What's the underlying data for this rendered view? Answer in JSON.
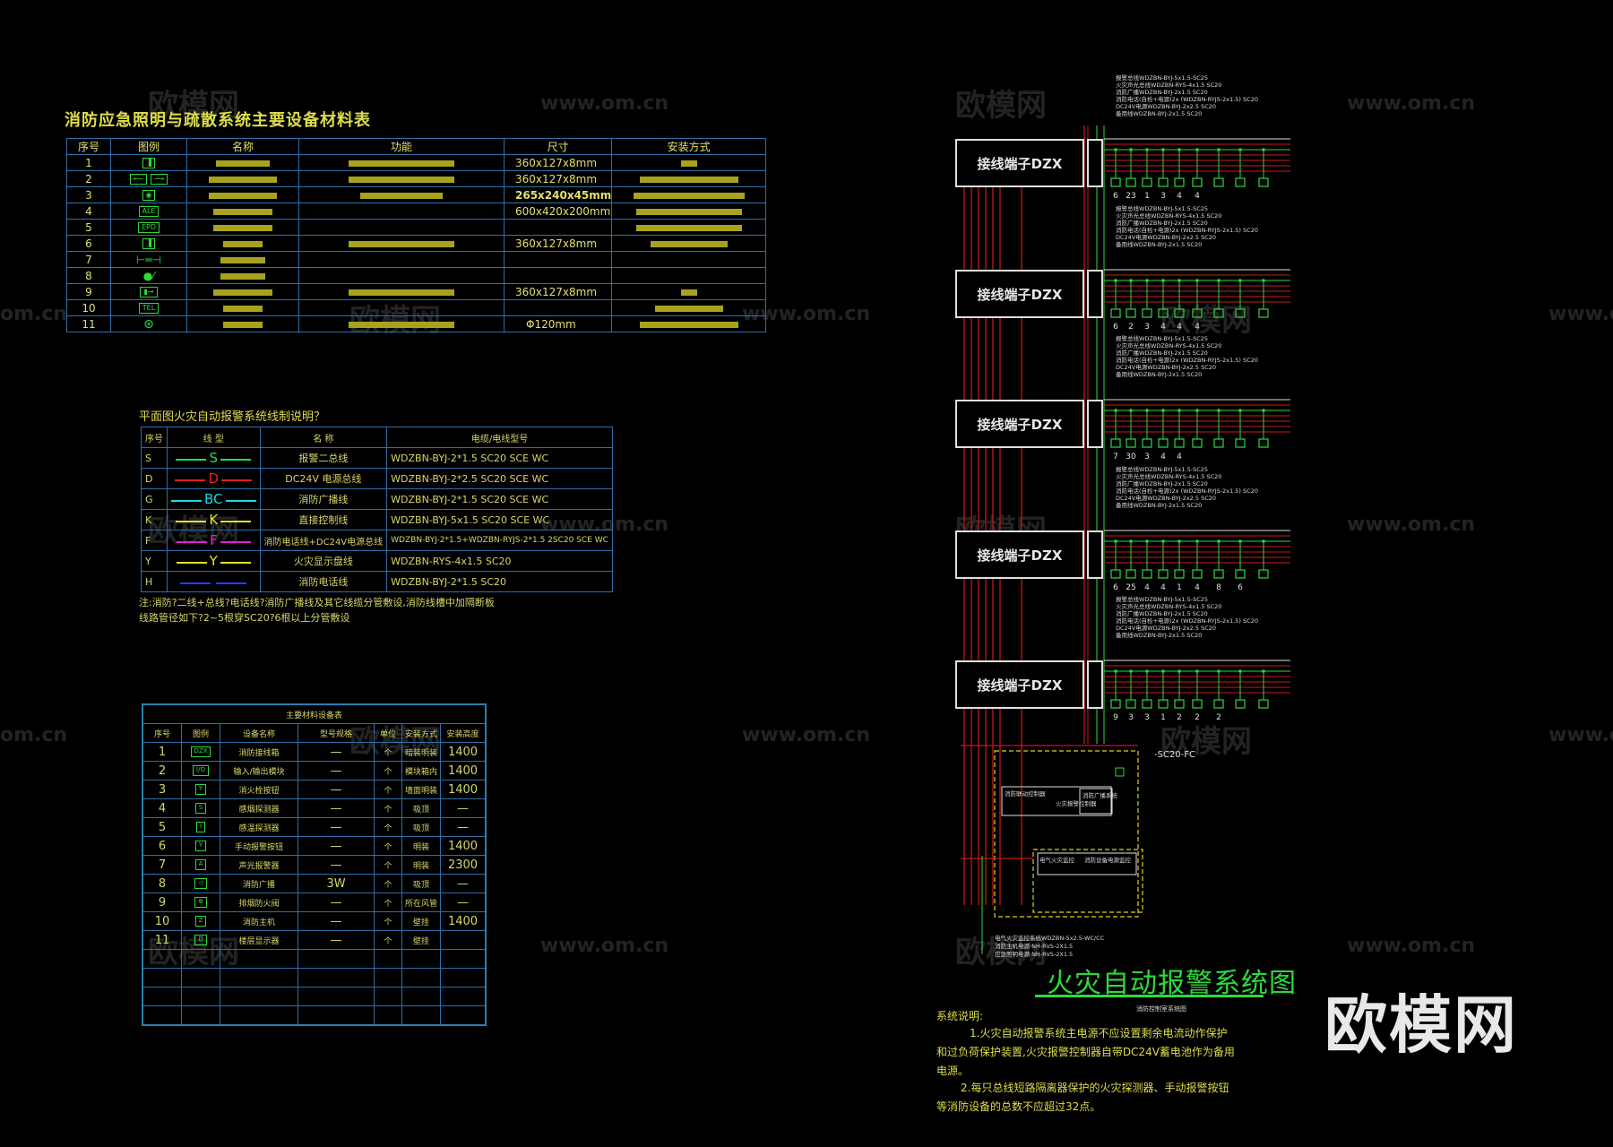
{
  "watermarks": {
    "url": "www.om.cn",
    "url_partial": "om.cn",
    "cn": "欧模网"
  },
  "table1": {
    "title": "消防应急照明与疏散系统主要设备材料表",
    "headers": [
      "序号",
      "图例",
      "名称",
      "功能",
      "尺寸",
      "安装方式"
    ],
    "rows": [
      {
        "no": "1",
        "size": "360x127x8mm"
      },
      {
        "no": "2",
        "size": "360x127x8mm"
      },
      {
        "no": "3",
        "size": "265x240x45mm"
      },
      {
        "no": "4",
        "sym": "ALE",
        "size": "600x420x200mm"
      },
      {
        "no": "5",
        "sym": "EPD",
        "size": ""
      },
      {
        "no": "6",
        "size": "360x127x8mm"
      },
      {
        "no": "7",
        "size": ""
      },
      {
        "no": "8",
        "size": ""
      },
      {
        "no": "9",
        "size": "360x127x8mm"
      },
      {
        "no": "10",
        "sym": "TEL",
        "size": ""
      },
      {
        "no": "11",
        "size": "Φ120mm"
      }
    ]
  },
  "table2": {
    "title": "平面图火灾自动报警系统线制说明？",
    "headers": [
      "序号",
      "线 型",
      "名 称",
      "电缆/电线型号"
    ],
    "rows": [
      {
        "no": "S",
        "code": "S",
        "color": "#22e044",
        "name": "报警二总线",
        "cable": "WDZBN-BYJ-2*1.5 SC20 SCE WC"
      },
      {
        "no": "D",
        "code": "D",
        "color": "#e02020",
        "name": "DC24V 电源总线",
        "cable": "WDZBN-BYJ-2*2.5  SC20 SCE WC"
      },
      {
        "no": "G",
        "code": "BC",
        "color": "#20d8e8",
        "name": "消防广播线",
        "cable": "WDZBN-BYJ-2*1.5 SC20 SCE WC"
      },
      {
        "no": "K",
        "code": "K",
        "color": "#e8e020",
        "name": "直接控制线",
        "cable": "WDZBN-BYJ-5x1.5 SC20 SCE WC"
      },
      {
        "no": "F",
        "code": "F",
        "color": "#e020e0",
        "name": "消防电话线+DC24V电源总线",
        "cable": "WDZBN-BYJ-2*1.5+WDZBN-RYJS-2*1.5 2SC20 SCE WC"
      },
      {
        "no": "Y",
        "code": "Y",
        "color": "#e8e020",
        "name": "火灾显示盘线",
        "cable": "WDZBN-RYS-4x1.5 SC20"
      },
      {
        "no": "H",
        "code": "",
        "color": "#2040ff",
        "name": "消防电话线",
        "cable": "WDZBN-BYJ-2*1.5 SC20"
      }
    ],
    "note1": "注:消防?二线+总线?电话线?消防广播线及其它线缆分管敷设,消防线槽中加隔断板",
    "note2": "线路管径如下?2~5根穿SC20?6根以上分管敷设"
  },
  "table3": {
    "title": "主要材料设备表",
    "headers": [
      "序号",
      "图例",
      "设备名称",
      "型号规格",
      "单位",
      "安装方式",
      "安装高度"
    ],
    "rows": [
      {
        "no": "1",
        "sym": "DZX",
        "name": "消防接线箱",
        "model": "—",
        "unit": "个",
        "mount": "暗装明装",
        "height": "1400"
      },
      {
        "no": "2",
        "sym": "I/O",
        "name": "输入/输出模块",
        "model": "—",
        "unit": "个",
        "mount": "模块箱内",
        "height": "1400"
      },
      {
        "no": "3",
        "sym": "Y",
        "name": "消火栓按钮",
        "model": "—",
        "unit": "个",
        "mount": "墙面明装",
        "height": "1400"
      },
      {
        "no": "4",
        "sym": "S",
        "name": "感烟探测器",
        "model": "—",
        "unit": "个",
        "mount": "吸顶",
        "height": "—"
      },
      {
        "no": "5",
        "sym": "I",
        "name": "感温探测器",
        "model": "—",
        "unit": "个",
        "mount": "吸顶",
        "height": "—"
      },
      {
        "no": "6",
        "sym": "Y",
        "name": "手动报警按钮",
        "model": "—",
        "unit": "个",
        "mount": "明装",
        "height": "1400"
      },
      {
        "no": "7",
        "sym": "A",
        "name": "声光报警器",
        "model": "—",
        "unit": "个",
        "mount": "明装",
        "height": "2300"
      },
      {
        "no": "8",
        "sym": "◁",
        "name": "消防广播",
        "model": "3W",
        "unit": "个",
        "mount": "吸顶",
        "height": "—"
      },
      {
        "no": "9",
        "sym": "Φ",
        "name": "排烟防火阀",
        "model": "—",
        "unit": "个",
        "mount": "所在风管",
        "height": "—"
      },
      {
        "no": "10",
        "sym": "Z",
        "name": "消防主机",
        "model": "—",
        "unit": "个",
        "mount": "壁挂",
        "height": "1400"
      },
      {
        "no": "11",
        "sym": "D",
        "name": "楼层显示器",
        "model": "—",
        "unit": "个",
        "mount": "壁挂",
        "height": ""
      }
    ]
  },
  "riser": {
    "box_label": "接线端子DZX",
    "cable_lines": [
      "报警总线WDZBN-BYJ-5x1.5-SC25",
      "火灾声光总线WDZBN-RYS-4x1.5 SC20",
      "消防广播WDZBN-BYJ-2x1.5  SC20",
      "消防电话(自检+电源)2x (WDZBN-RYJS-2x1.5) SC20",
      "DC24V电源WDZBN-BYJ-2x2.5  SC20",
      "备用线WDZBN-BYJ-2x1.5  SC20"
    ],
    "floor_counts": [
      [
        "6",
        "23",
        "1",
        "3",
        "4",
        "4"
      ],
      [
        "6",
        "2",
        "3",
        "4",
        "4",
        "4"
      ],
      [
        "7",
        "30",
        "3",
        "4",
        "4"
      ],
      [
        "6",
        "25",
        "4",
        "4",
        "1",
        "4",
        "8",
        "6"
      ],
      [
        "9",
        "3",
        "3",
        "1",
        "2",
        "2",
        "2"
      ]
    ],
    "sc20fc": "-SC20-FC",
    "lower_notes": [
      "电气火灾监控系统WDZBN-5x2.5-WC/CC",
      "消防主机电源 NH-RVS-2X1.5",
      "应急照明电源 NH-RVS-2X1.5"
    ],
    "room_boxes": [
      "消防联动控制器",
      "火灾报警控制器",
      "消防广播系统",
      "电气火灾监控",
      "消防设备电源监控"
    ]
  },
  "fire_title": "火灾自动报警系统图",
  "fire_subtitle": "消防控制室系统图",
  "system_notes": {
    "heading": "系统说明:",
    "line1": "1.火灾自动报警系统主电源不应设置剩余电流动作保护",
    "line2": "和过负荷保护装置,火灾报警控制器自带DC24V蓄电池作为备用",
    "line3": "电源。",
    "line4": "2.每只总线短路隔离器保护的火灾探测器、手动报警按钮",
    "line5": "等消防设备的总数不应超过32点。"
  },
  "brand": "欧模网"
}
